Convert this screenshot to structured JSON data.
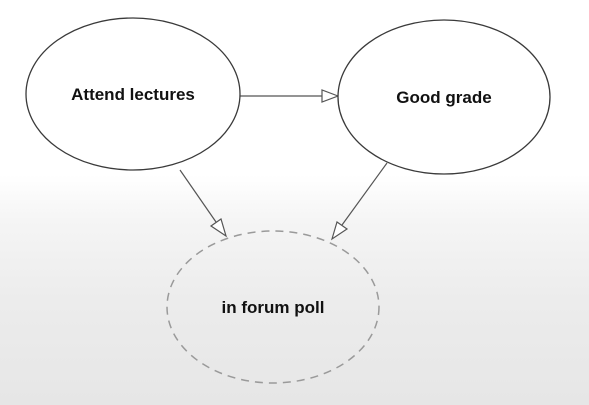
{
  "diagram": {
    "nodes": [
      {
        "id": "attend",
        "label": "Attend lectures",
        "style": "solid"
      },
      {
        "id": "grade",
        "label": "Good grade",
        "style": "solid"
      },
      {
        "id": "poll",
        "label": "in forum poll",
        "style": "dashed"
      }
    ],
    "edges": [
      {
        "from": "attend",
        "to": "grade",
        "arrow": "hollow-triangle"
      },
      {
        "from": "attend",
        "to": "poll",
        "arrow": "hollow-triangle"
      },
      {
        "from": "grade",
        "to": "poll",
        "arrow": "hollow-triangle"
      }
    ],
    "colors": {
      "solid_stroke": "#3a3a3a",
      "dashed_stroke": "#9a9a9a",
      "edge": "#555555",
      "text": "#111111"
    }
  }
}
